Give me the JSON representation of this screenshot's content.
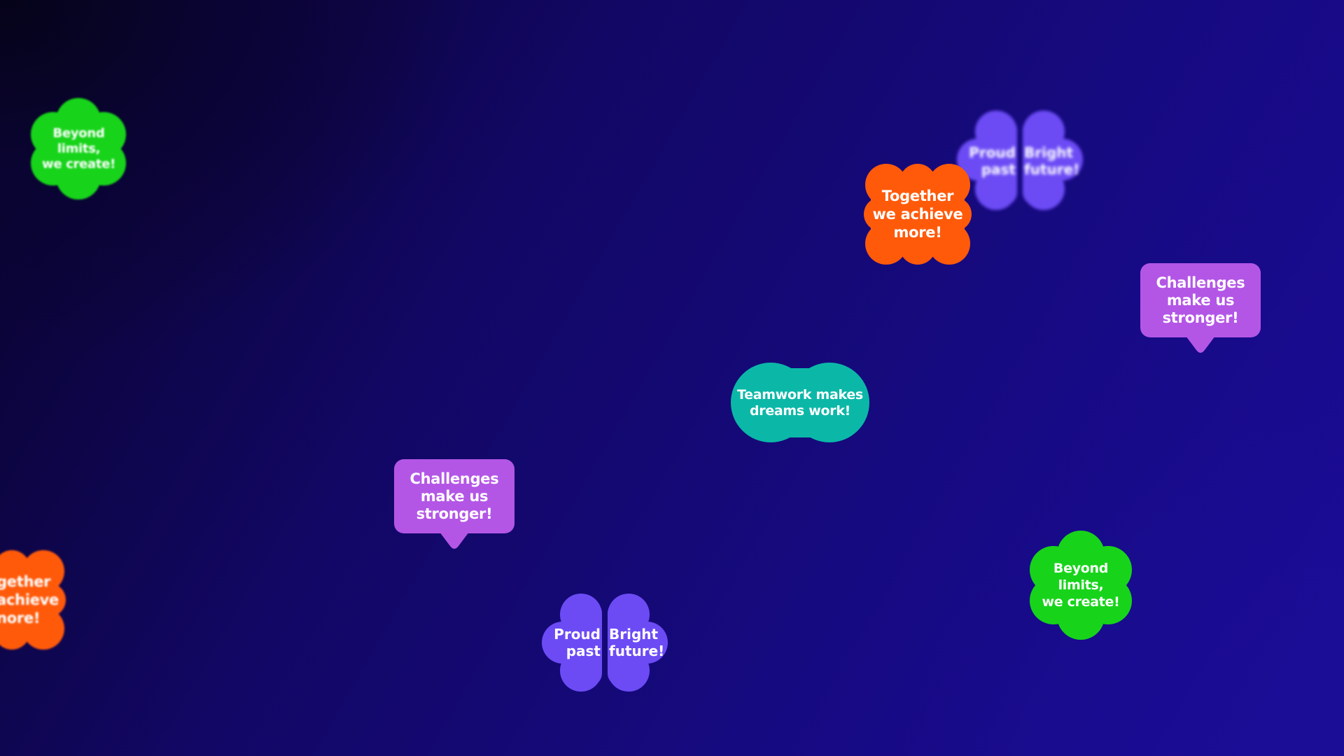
{
  "colors": {
    "green": "#17d41a",
    "orange": "#ff5a0a",
    "violet": "#6c4bf5",
    "purple": "#b356e6",
    "teal": "#0bb8a8",
    "text": "#ffffff"
  },
  "stickers": {
    "flower_top_left": {
      "text": "Beyond\nlimits,\nwe create!"
    },
    "flower_bottom_right": {
      "text": "Beyond\nlimits,\nwe create!"
    },
    "orange_top": {
      "text": "Together\nwe achieve\nmore!"
    },
    "orange_left_edge": {
      "text": "gether\nachieve\nnore!"
    },
    "split_top_right": {
      "left": "Proud\npast",
      "right": "Bright\nfuture!"
    },
    "split_bottom": {
      "left": "Proud\npast",
      "right": "Bright\nfuture!"
    },
    "bubble_right": {
      "text": "Challenges\nmake us\nstronger!"
    },
    "bubble_left": {
      "text": "Challenges\nmake us\nstronger!"
    },
    "teal_center": {
      "text": "Teamwork makes\ndreams work!"
    }
  }
}
